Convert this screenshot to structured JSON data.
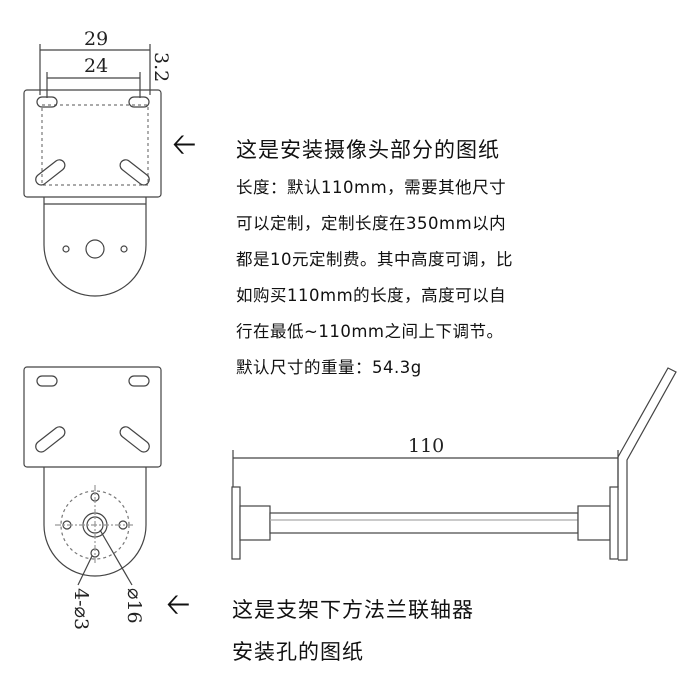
{
  "drawing_top": {
    "dim_outer": "29",
    "dim_inner": "24",
    "dim_thickness": "3.2"
  },
  "drawing_bottom": {
    "dim_holes": "4-⌀3",
    "dim_center": "⌀16"
  },
  "drawing_side": {
    "dim_length": "110"
  },
  "description_top": {
    "arrow_icon": "left-arrow-icon",
    "title": "这是安装摄像头部分的图纸",
    "lines": [
      "长度：默认110mm，需要其他尺寸",
      "可以定制，定制长度在350mm以内",
      "都是10元定制费。其中高度可调，比",
      "如购买110mm的长度，高度可以自",
      "行在最低~110mm之间上下调节。",
      "默认尺寸的重量：54.3g"
    ]
  },
  "description_bottom": {
    "arrow_icon": "left-arrow-icon",
    "title_line1": "这是支架下方法兰联轴器",
    "title_line2": "安装孔的图纸"
  }
}
